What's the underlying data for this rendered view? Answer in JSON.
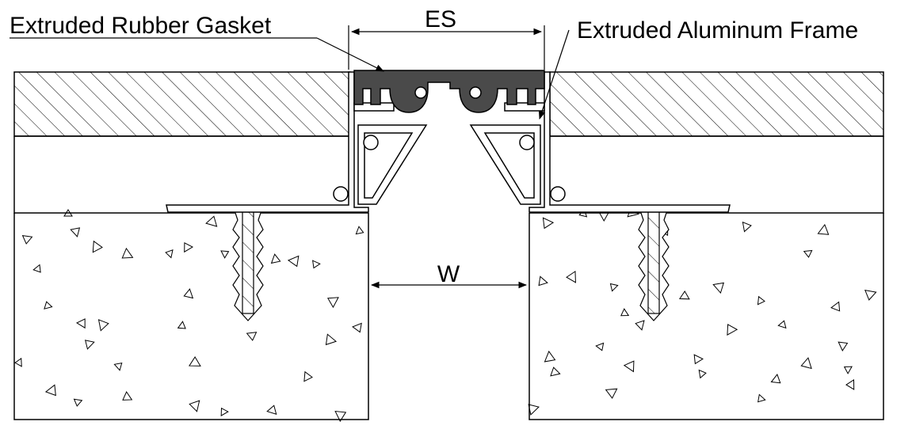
{
  "labels": {
    "gasket": "Extruded Rubber Gasket",
    "frame": "Extruded Aluminum Frame",
    "expansion_space": "ES",
    "joint_width": "W"
  },
  "colors": {
    "line": "#000000",
    "gasket_fill": "#4a4a4a",
    "background": "#ffffff"
  }
}
